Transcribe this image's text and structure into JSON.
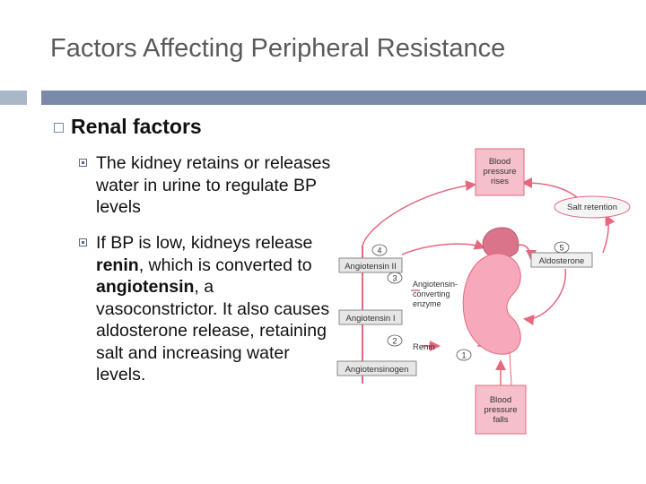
{
  "slide": {
    "title": "Factors Affecting Peripheral Resistance",
    "heading": "Renal factors",
    "bullets": {
      "b1": "The kidney retains or releases water in urine to regulate BP levels",
      "b2_pre": "If BP is low, kidneys release ",
      "b2_renin": "renin",
      "b2_mid": ", which is converted to ",
      "b2_angiotensin": "angiotensin",
      "b2_post": ", a vasoconstrictor.  It also causes aldosterone release, retaining salt and increasing water levels."
    }
  },
  "diagram": {
    "bp_rises": [
      "Blood",
      "pressure",
      "rises"
    ],
    "bp_falls": [
      "Blood",
      "pressure",
      "falls"
    ],
    "salt_retention": "Salt retention",
    "aldosterone": "Aldosterone",
    "angiotensin_ii": "Angiotensin II",
    "angiotensin_i": "Angiotensin I",
    "angiotensinogen": "Angiotensinogen",
    "ace": [
      "Angiotensin-",
      "converting",
      "enzyme"
    ],
    "renin": "Renin",
    "steps": [
      "1",
      "2",
      "3",
      "4",
      "5"
    ],
    "colors": {
      "box_fill": "#f5bfcb",
      "arrow": "#e5687e",
      "gray_box": "#e6e6e6",
      "kidney": "#f7a9bb",
      "adrenal": "#d9748a"
    }
  }
}
